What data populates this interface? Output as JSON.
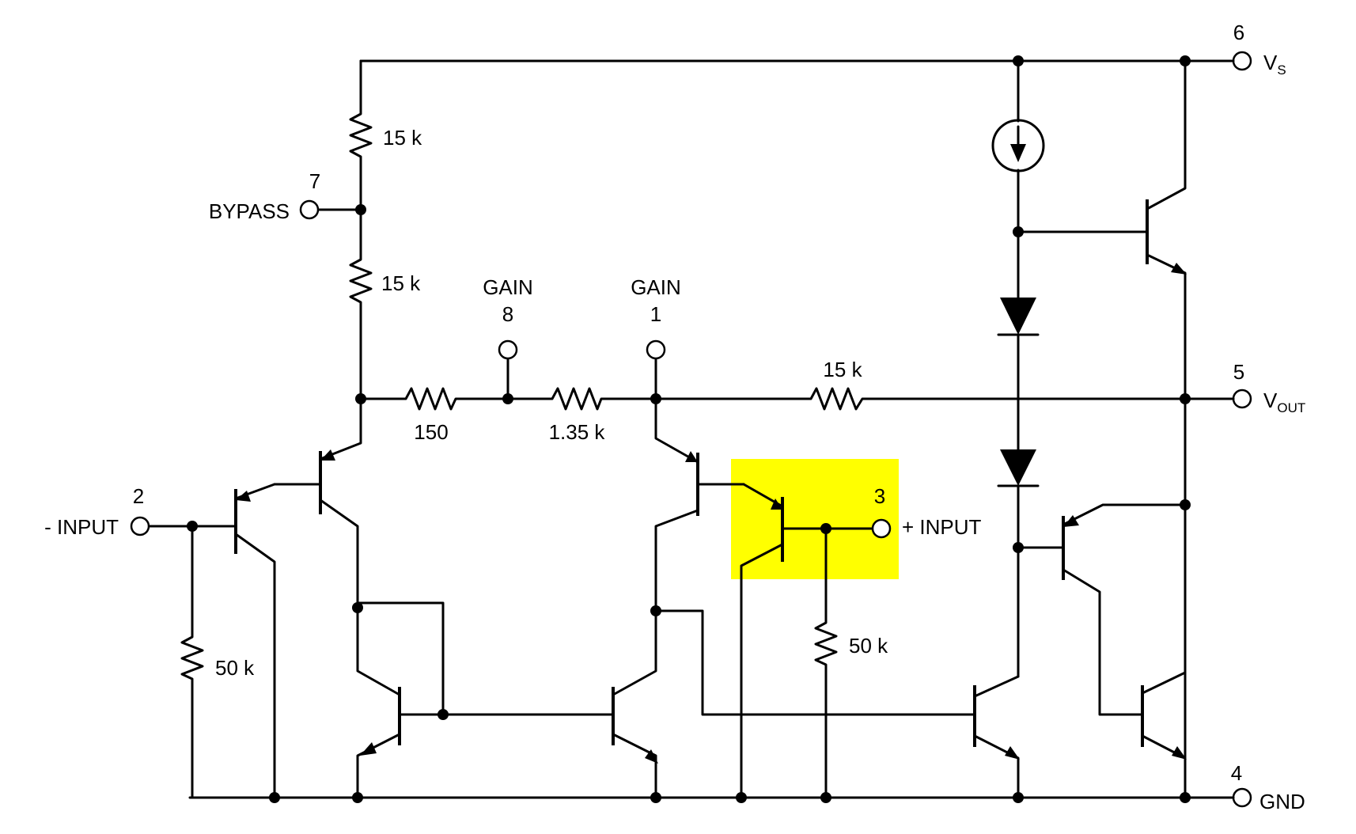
{
  "highlight_color": "#ffff00",
  "pins": {
    "vs": {
      "number": "6",
      "name": "V",
      "sub": "S"
    },
    "vout": {
      "number": "5",
      "name": "V",
      "sub": "OUT"
    },
    "gnd": {
      "number": "4",
      "name": "GND"
    },
    "bypass": {
      "number": "7",
      "name": "BYPASS"
    },
    "neg_input": {
      "number": "2",
      "name": "- INPUT"
    },
    "pos_input": {
      "number": "3",
      "name": "+ INPUT"
    },
    "gain8": {
      "name": "GAIN",
      "number": "8"
    },
    "gain1": {
      "name": "GAIN",
      "number": "1"
    }
  },
  "resistors": {
    "r_top": "15 k",
    "r_mid": "15 k",
    "r_150": "150",
    "r_135": "1.35 k",
    "r_fb": "15 k",
    "r_in_left": "50 k",
    "r_in_right": "50 k"
  }
}
